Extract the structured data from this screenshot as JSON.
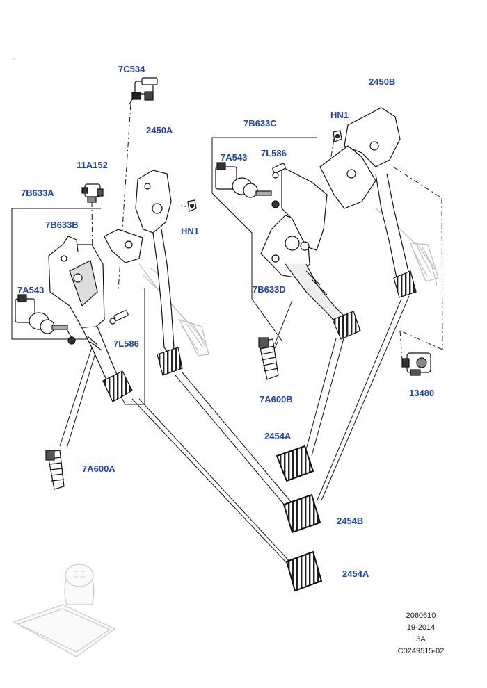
{
  "colors": {
    "callout": "#1a3fd1",
    "line": "#111111",
    "ghost": "#bdbdbd"
  },
  "callouts": {
    "c7C534": "7C534",
    "c2450A": "2450A",
    "c11A152": "11A152",
    "c7B633A": "7B633A",
    "c7B633B": "7B633B",
    "cHN1_left": "HN1",
    "c7A543_left": "7A543",
    "c7L586_left": "7L586",
    "c7A600A": "7A600A",
    "c7B633C": "7B633C",
    "cHN1_right": "HN1",
    "c2450B": "2450B",
    "c7A543_right": "7A543",
    "c7L586_right": "7L586",
    "c7B633D": "7B633D",
    "c7A600B": "7A600B",
    "c13480": "13480",
    "c2454A_top": "2454A",
    "c2454B": "2454B",
    "c2454A_bottom": "2454A"
  },
  "footer": {
    "line1": "2060610",
    "line2": "19-2014",
    "line3": "3A",
    "line4": "C0249515-02"
  },
  "icons": [
    "gear-shifter-icon"
  ]
}
